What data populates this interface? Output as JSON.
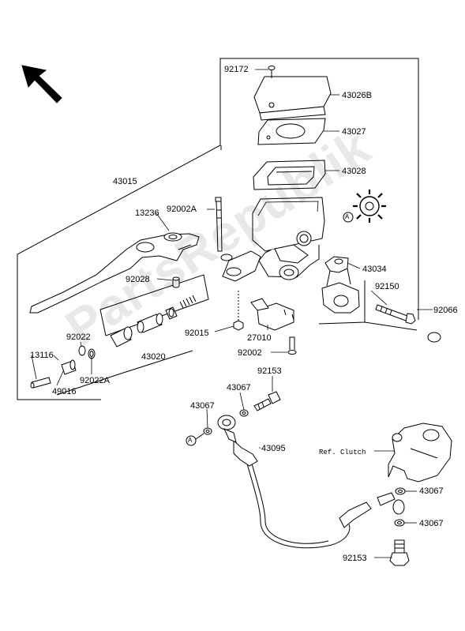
{
  "watermark": "PartsRepublik",
  "callout_letter": "A",
  "ref_label": "Ref. Clutch",
  "labels": {
    "p92172": "92172",
    "p43026B": "43026B",
    "p43027": "43027",
    "p43028": "43028",
    "p43015": "43015",
    "p13236": "13236",
    "p92002A": "92002A",
    "p43034": "43034",
    "p92028": "92028",
    "p92150": "92150",
    "p92066": "92066",
    "p92015": "92015",
    "p27010": "27010",
    "p92022": "92022",
    "p43020": "43020",
    "p92002": "92002",
    "p13116": "13116",
    "p92022A": "92022A",
    "p49016": "49016",
    "p92153a": "92153",
    "p43067a": "43067",
    "p43067b": "43067",
    "p43095": "43095",
    "p43067c": "43067",
    "p43067d": "43067",
    "p92153b": "92153"
  }
}
